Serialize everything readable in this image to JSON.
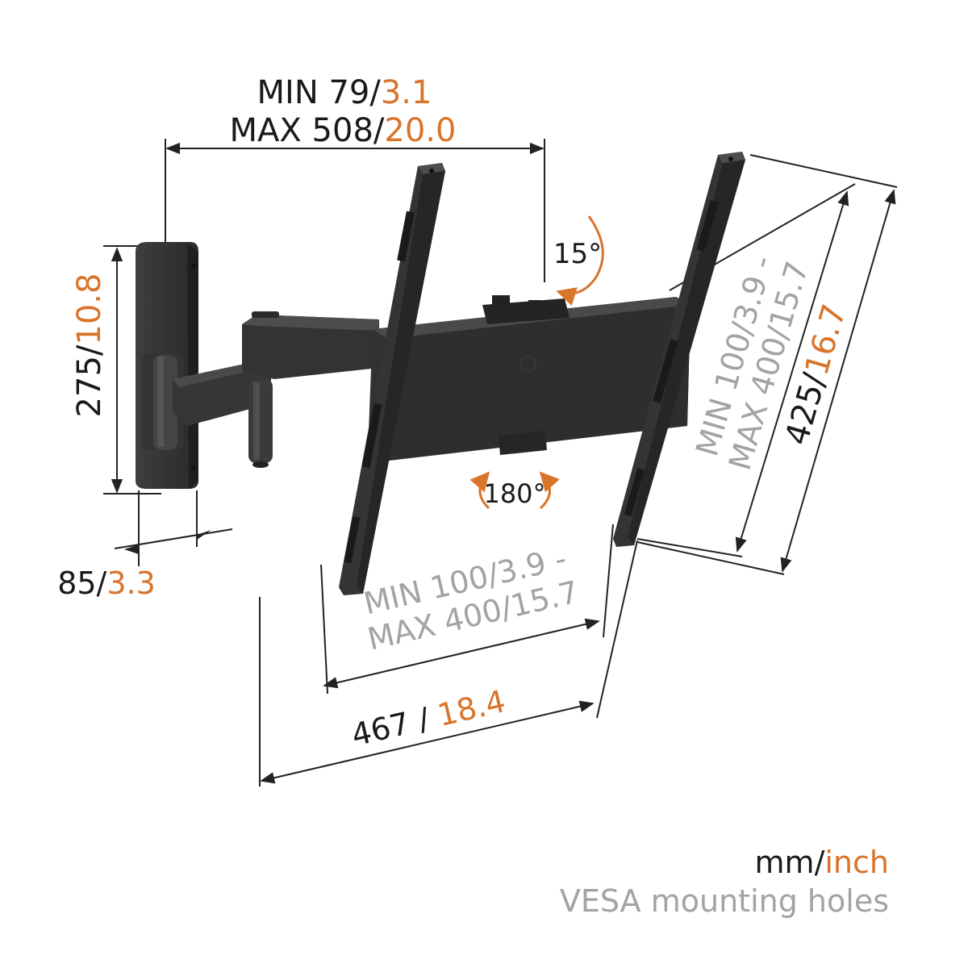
{
  "colors": {
    "dark_text": "#1a1a1a",
    "accent": "#d9742b",
    "gray_text": "#a3a3a3",
    "line": "#222222",
    "metal_dark": "#2c2c2c",
    "metal_mid": "#3b3b3b",
    "metal_light": "#4a4a4a"
  },
  "dimensions": {
    "arm_extension": {
      "min_mm": "MIN 79/",
      "min_in": "3.1",
      "max_mm": "MAX 508/",
      "max_in": "20.0"
    },
    "tilt": {
      "value": "15°",
      "icon": "tilt-arrow-icon"
    },
    "rotation": {
      "value": "180°",
      "icon": "rotate-arrows-icon"
    },
    "wall_plate_height": {
      "mm": "275/",
      "in": "10.8"
    },
    "wall_plate_depth": {
      "mm": "85/",
      "in": "3.3"
    },
    "vesa_horizontal": {
      "line1_mm": "MIN 100/",
      "line1_in": "3.9 -",
      "line2_mm": "MAX 400/",
      "line2_in": "15.7"
    },
    "vesa_vertical": {
      "line1_mm": "MIN 100/",
      "line1_in": "3.9 -",
      "line2_mm": "MAX 400/",
      "line2_in": "15.7"
    },
    "bracket_height": {
      "mm": "425/",
      "in": "16.7"
    },
    "bracket_width": {
      "mm": "467 / ",
      "in": "18.4"
    }
  },
  "legend": {
    "units_mm": "mm/",
    "units_in": "inch",
    "vesa_label": "VESA mounting holes"
  }
}
